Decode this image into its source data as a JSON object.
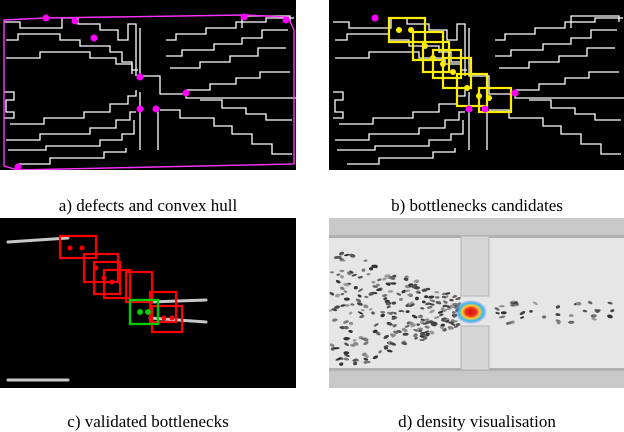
{
  "captions": {
    "a": "a) defects and convex hull",
    "b": "b) bottlenecks candidates",
    "c": "c) validated bottlenecks",
    "d": "d) density visualisation"
  },
  "colors": {
    "background": "#000000",
    "contour": "#ffffff",
    "hull": "#ff33ff",
    "defect": "#ff00ff",
    "candidate": "#ffee00",
    "rejected": "#ff0000",
    "validated": "#00cc00",
    "wall": "#c4c4c4",
    "floor": "#e6e6e6",
    "density_peak": "#cc1111"
  }
}
